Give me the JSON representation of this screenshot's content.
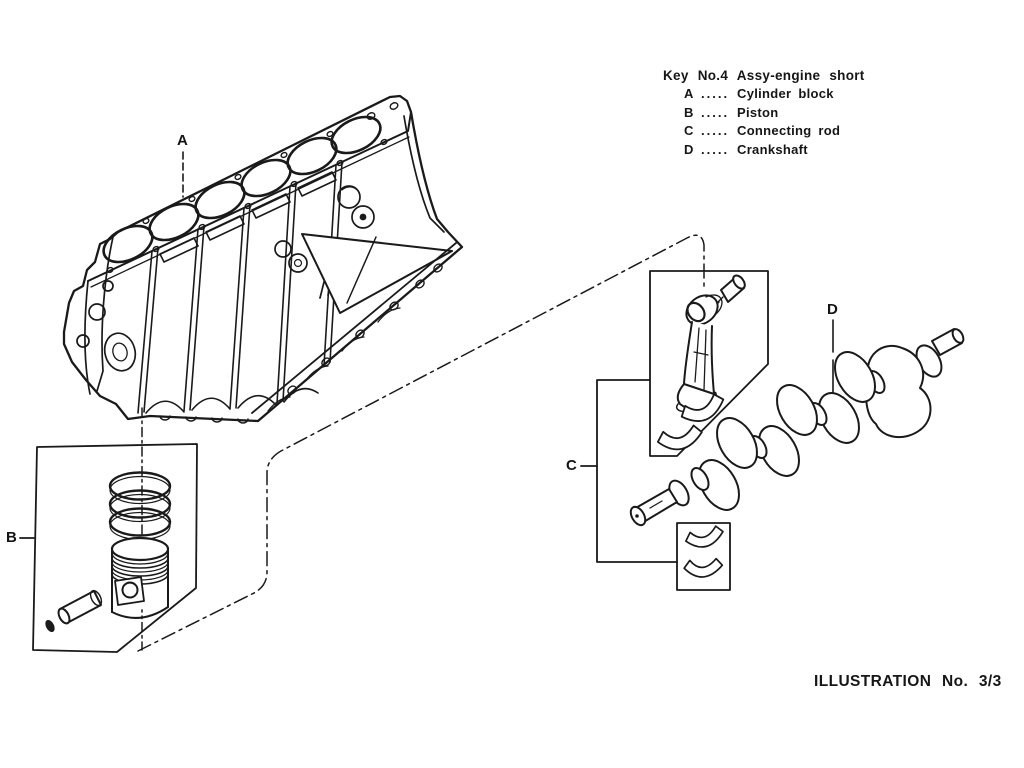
{
  "page": {
    "background": "#ffffff",
    "ink": "#1a1a1a"
  },
  "key": {
    "title": "Key No.4 Assy-engine short",
    "entries": [
      {
        "letter": "A",
        "dots": ".....",
        "label": "Cylinder block"
      },
      {
        "letter": "B",
        "dots": ".....",
        "label": "Piston"
      },
      {
        "letter": "C",
        "dots": ".....",
        "label": "Connecting rod"
      },
      {
        "letter": "D",
        "dots": ".....",
        "label": "Crankshaft"
      }
    ]
  },
  "callouts": {
    "cylinder_block": "A",
    "piston": "B",
    "connecting_rod": "C",
    "crankshaft": "D"
  },
  "footer": {
    "text": "ILLUSTRATION No. 3/3"
  }
}
